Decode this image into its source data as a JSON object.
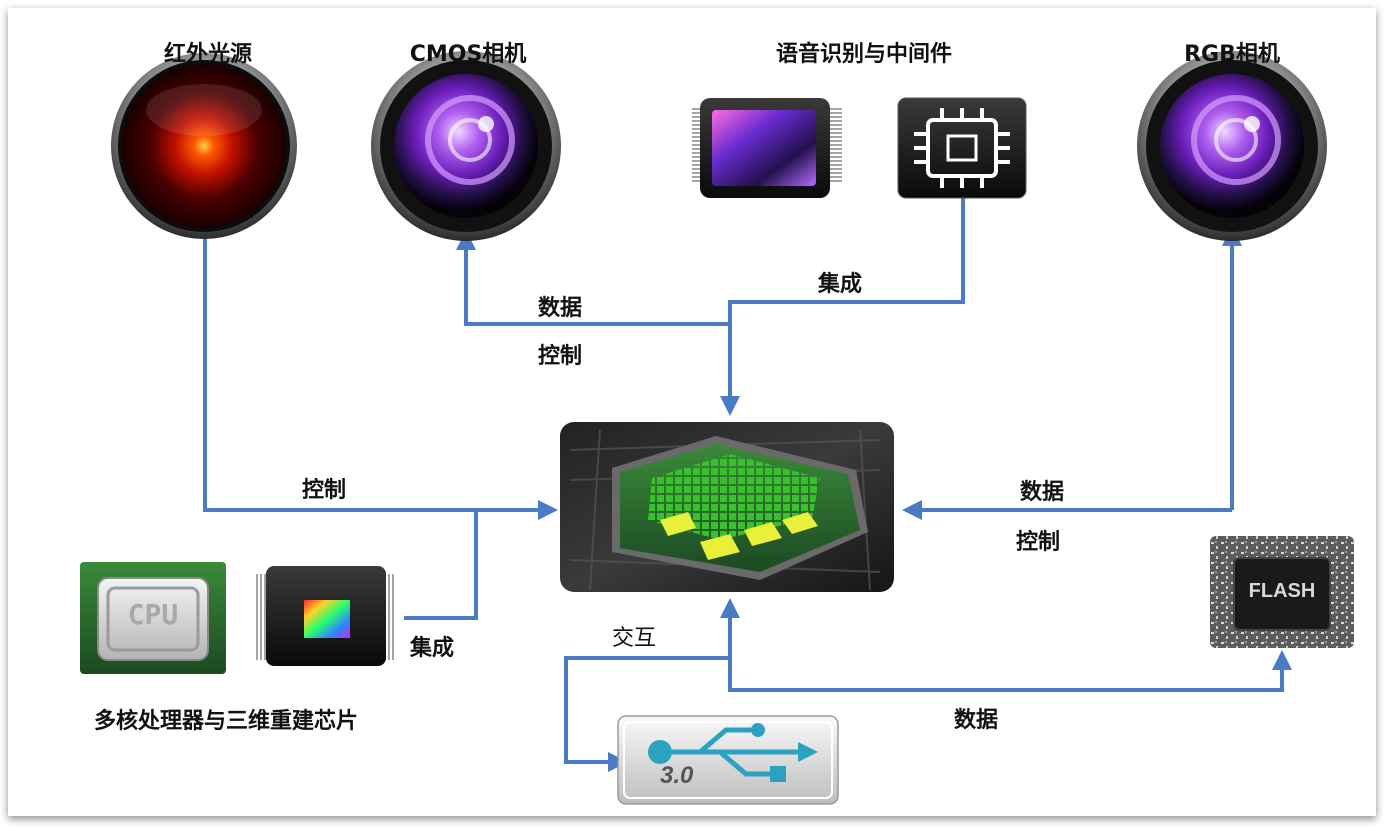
{
  "titles": {
    "ir_source": "红外光源",
    "cmos_camera": "CMOS相机",
    "speech_middleware": "语音识别与中间件",
    "rgb_camera": "RGB相机",
    "multicore_processor": "多核处理器与三维重建芯片"
  },
  "edge_labels": {
    "ir_control": "控制",
    "cmos_data": "数据",
    "cmos_control": "控制",
    "speech_integration": "集成",
    "rgb_data": "数据",
    "rgb_control": "控制",
    "cpu_integration": "集成",
    "usb_interaction": "交互",
    "flash_data": "数据"
  },
  "chip_labels": {
    "cpu": "CPU",
    "flash": "FLASH",
    "usb_version": "3.0"
  },
  "colors": {
    "arrow": "#4a7bc4",
    "lens_purple": "#8a3cd8",
    "ir_glow": "#ff2a00",
    "chip_green": "#39b82c",
    "chip_yellow": "#e8f03a"
  }
}
